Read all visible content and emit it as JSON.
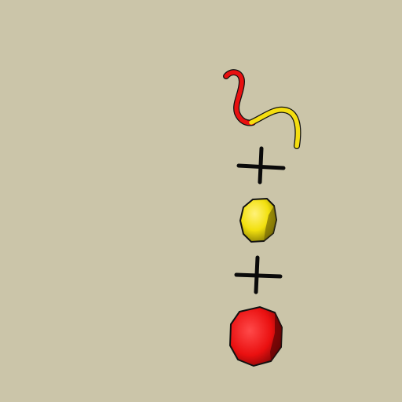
{
  "scene": {
    "background_color": "#cbc5a9",
    "items": [
      {
        "kind": "worm",
        "colors": [
          "#e81010",
          "#f5de10"
        ]
      },
      {
        "kind": "plus-sign",
        "color": "#0a0a0a"
      },
      {
        "kind": "ball",
        "color": "#f2e00e"
      },
      {
        "kind": "plus-sign",
        "color": "#0a0a0a"
      },
      {
        "kind": "ball",
        "color": "#ea1010"
      }
    ]
  }
}
